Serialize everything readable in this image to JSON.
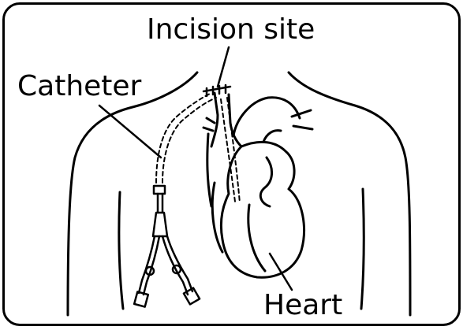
{
  "labels": {
    "incision_site": "Incision site",
    "catheter": "Catheter",
    "heart": "Heart"
  },
  "colors": {
    "ink": "#000000",
    "background": "#ffffff"
  }
}
